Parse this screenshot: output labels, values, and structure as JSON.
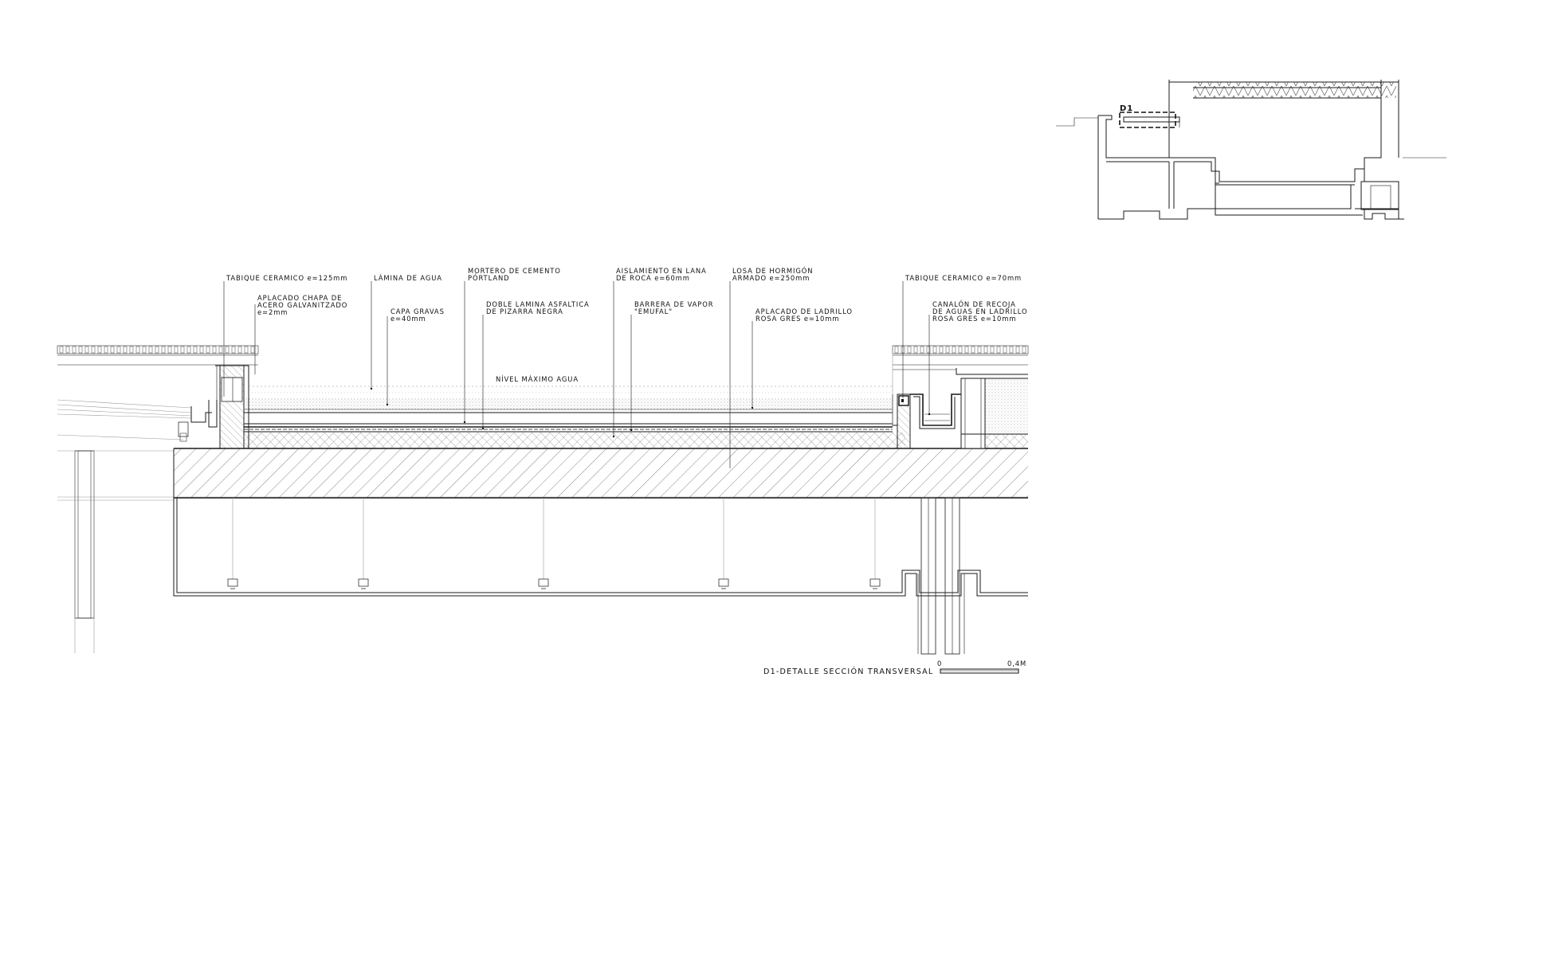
{
  "annotations": {
    "tabique_125": "TABIQUE CERAMICO e=125mm",
    "aplacado_chapa_1": "APLACADO CHAPA DE",
    "aplacado_chapa_2": "ACERO GALVANITZADO",
    "aplacado_chapa_3": "e=2mm",
    "lamina_agua": "LÁMINA DE AGUA",
    "capa_gravas_1": "CAPA GRAVAS",
    "capa_gravas_2": "e=40mm",
    "mortero_1": "MORTERO DE CEMENTO",
    "mortero_2": "PÓRTLAND",
    "doble_lamina_1": "DOBLE LAMINA   ASFALTICA",
    "doble_lamina_2": "DE PIZARRA NEGRA",
    "aislamiento_1": "AISLAMIENTO EN LANA",
    "aislamiento_2": "DE ROCA e=60mm",
    "barrera_1": "BARRERA DE VAPOR",
    "barrera_2": "\"EMUFAL\"",
    "losa_1": "LOSA DE HORMIGÓN",
    "losa_2": "ARMADO e=250mm",
    "aplacado_ladrillo_1": "APLACADO DE LADRILLO",
    "aplacado_ladrillo_2": "ROSA GRES e=10mm",
    "tabique_70": "TABIQUE CERAMICO e=70mm",
    "canalon_1": "CANALÓN DE RECOJA",
    "canalon_2": "DE AGUAS EN LADRILLO",
    "canalon_3": "ROSA GRES e=10mm",
    "nivel_maximo": "NÍVEL MÁXIMO AGUA"
  },
  "key_plan": {
    "detail_tag": "D1"
  },
  "title_block": {
    "title": "D1-DETALLE SECCIÓN TRANSVERSAL",
    "scale_start": "0",
    "scale_end": "0,4M"
  }
}
